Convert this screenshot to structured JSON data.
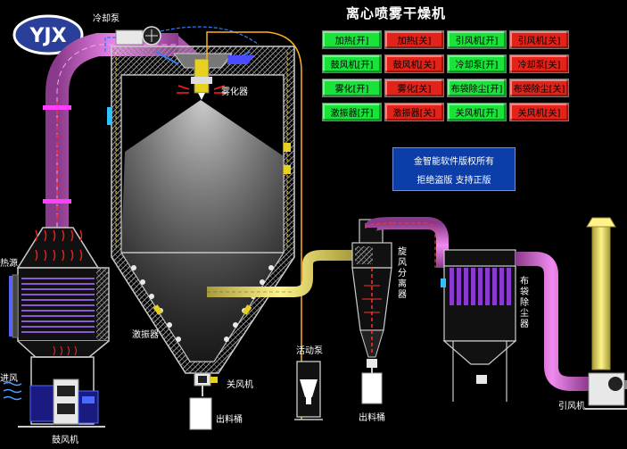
{
  "title": "离心喷雾干燥机",
  "logo_text": "YJX",
  "controls": [
    {
      "label": "加热[开]",
      "state": "on"
    },
    {
      "label": "加热[关]",
      "state": "off"
    },
    {
      "label": "引风机[开]",
      "state": "on"
    },
    {
      "label": "引风机[关]",
      "state": "off"
    },
    {
      "label": "鼓风机[开]",
      "state": "on"
    },
    {
      "label": "鼓风机[关]",
      "state": "off"
    },
    {
      "label": "冷却泵[开]",
      "state": "on"
    },
    {
      "label": "冷却泵[关]",
      "state": "off"
    },
    {
      "label": "雾化[开]",
      "state": "on"
    },
    {
      "label": "雾化[关]",
      "state": "off"
    },
    {
      "label": "布袋除尘[开]",
      "state": "on"
    },
    {
      "label": "布袋除尘[关]",
      "state": "off"
    },
    {
      "label": "激振器[开]",
      "state": "on"
    },
    {
      "label": "激振器[关]",
      "state": "off"
    },
    {
      "label": "关风机[开]",
      "state": "on"
    },
    {
      "label": "关风机[关]",
      "state": "off"
    }
  ],
  "notice": {
    "line1": "金智能软件版权所有",
    "line2": "拒绝盗版   支持正版"
  },
  "labels": {
    "cooling_pump": "冷却泵",
    "atomizer": "雾化器",
    "heat_source": "热源",
    "air_inlet": "进风",
    "blower": "鼓风机",
    "vibrator": "激振器",
    "airlock": "关风机",
    "discharge_bucket_1": "出料桶",
    "diaphragm_pump": "活动泵",
    "cyclone": "旋风分离器",
    "discharge_bucket_2": "出料桶",
    "bag_filter": "布袋除尘器",
    "induced_fan": "引风机"
  },
  "colors": {
    "button_on": "#19e23b",
    "button_off": "#e2231a",
    "duct_pipe": "#e070e0",
    "feed_pipe": "#ffb020",
    "notice_bg": "#0b3ea8",
    "logo_bg": "#2a3f9a"
  }
}
